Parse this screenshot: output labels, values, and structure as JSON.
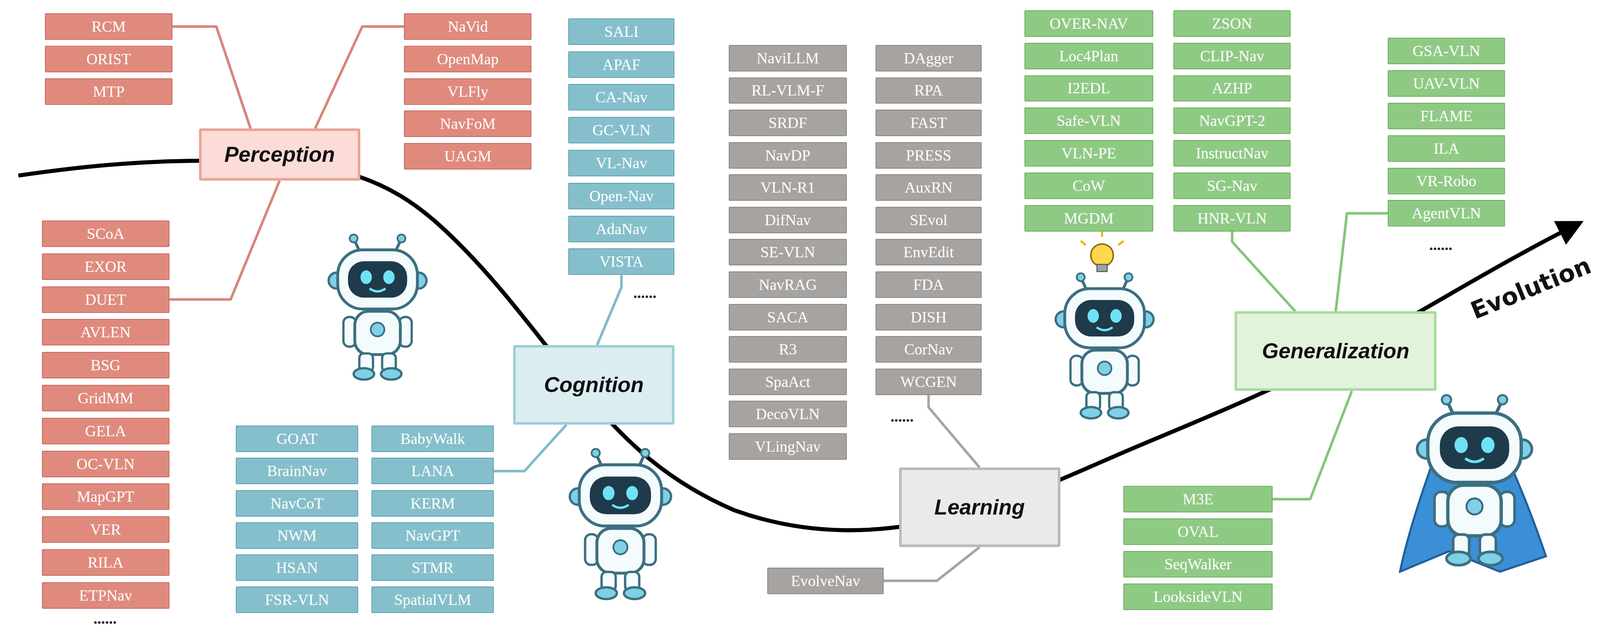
{
  "diagram": {
    "nodes": [
      {
        "text": [
          "Perception"
        ]
      },
      {
        "text": [
          "RCM"
        ]
      },
      {
        "text": [
          "ORIST"
        ]
      },
      {
        "text": [
          "MTP"
        ]
      },
      {
        "text": [
          "NaVid"
        ]
      },
      {
        "text": [
          "OpenMap"
        ]
      },
      {
        "text": [
          "VLFly"
        ]
      },
      {
        "text": [
          "NavFoM"
        ]
      },
      {
        "text": [
          "UAGM"
        ]
      },
      {
        "text": [
          "SCoA"
        ]
      },
      {
        "text": [
          "EXOR"
        ]
      },
      {
        "text": [
          "DUET"
        ]
      },
      {
        "text": [
          "AVLEN"
        ]
      },
      {
        "text": [
          "BSG"
        ]
      },
      {
        "text": [
          "GridMM"
        ]
      },
      {
        "text": [
          "GELA"
        ]
      },
      {
        "text": [
          "OC-VLN"
        ]
      },
      {
        "text": [
          "MapGPT"
        ]
      },
      {
        "text": [
          "VER"
        ]
      },
      {
        "text": [
          "RILA"
        ]
      },
      {
        "text": [
          "ETPNav"
        ]
      },
      {
        "text": [
          "Cognition"
        ]
      },
      {
        "text": [
          "SALI"
        ]
      },
      {
        "text": [
          "APAF"
        ]
      },
      {
        "text": [
          "CA-Nav"
        ]
      },
      {
        "text": [
          "GC-VLN"
        ]
      },
      {
        "text": [
          "VL-Nav"
        ]
      },
      {
        "text": [
          "Open-Nav"
        ]
      },
      {
        "text": [
          "AdaNav"
        ]
      },
      {
        "text": [
          "VISTA"
        ]
      },
      {
        "text": [
          "GOAT"
        ]
      },
      {
        "text": [
          "BrainNav"
        ]
      },
      {
        "text": [
          "NavCoT"
        ]
      },
      {
        "text": [
          "NWM"
        ]
      },
      {
        "text": [
          "HSAN"
        ]
      },
      {
        "text": [
          "FSR-VLN"
        ]
      },
      {
        "text": [
          "BabyWalk"
        ]
      },
      {
        "text": [
          "LANA"
        ]
      },
      {
        "text": [
          "KERM"
        ]
      },
      {
        "text": [
          "NavGPT"
        ]
      },
      {
        "text": [
          "STMR"
        ]
      },
      {
        "text": [
          "SpatialVLM"
        ]
      },
      {
        "text": [
          "Learning"
        ]
      },
      {
        "text": [
          "NaviLLM"
        ]
      },
      {
        "text": [
          "RL-VLM-F"
        ]
      },
      {
        "text": [
          "SRDF"
        ]
      },
      {
        "text": [
          "NavDP"
        ]
      },
      {
        "text": [
          "VLN-R1"
        ]
      },
      {
        "text": [
          "DifNav"
        ]
      },
      {
        "text": [
          "SE-VLN"
        ]
      },
      {
        "text": [
          "NavRAG"
        ]
      },
      {
        "text": [
          "SACA"
        ]
      },
      {
        "text": [
          "R3"
        ]
      },
      {
        "text": [
          "SpaAct"
        ]
      },
      {
        "text": [
          "DecoVLN"
        ]
      },
      {
        "text": [
          "VLingNav"
        ]
      },
      {
        "text": [
          "DAgger"
        ]
      },
      {
        "text": [
          "RPA"
        ]
      },
      {
        "text": [
          "FAST"
        ]
      },
      {
        "text": [
          "PRESS"
        ]
      },
      {
        "text": [
          "AuxRN"
        ]
      },
      {
        "text": [
          "SEvol"
        ]
      },
      {
        "text": [
          "EnvEdit"
        ]
      },
      {
        "text": [
          "FDA"
        ]
      },
      {
        "text": [
          "DISH"
        ]
      },
      {
        "text": [
          "CorNav"
        ]
      },
      {
        "text": [
          "WCGEN"
        ]
      },
      {
        "text": [
          "EvolveNav"
        ]
      },
      {
        "text": [
          "Generalization"
        ]
      },
      {
        "text": [
          "OVER-NAV"
        ]
      },
      {
        "text": [
          "Loc4Plan"
        ]
      },
      {
        "text": [
          "I2EDL"
        ]
      },
      {
        "text": [
          "Safe-VLN"
        ]
      },
      {
        "text": [
          "VLN-PE"
        ]
      },
      {
        "text": [
          "CoW"
        ]
      },
      {
        "text": [
          "MGDM"
        ]
      },
      {
        "text": [
          "ZSON"
        ]
      },
      {
        "text": [
          "CLIP-Nav"
        ]
      },
      {
        "text": [
          "AZHP"
        ]
      },
      {
        "text": [
          "NavGPT-2"
        ]
      },
      {
        "text": [
          "InstructNav"
        ]
      },
      {
        "text": [
          "SG-Nav"
        ]
      },
      {
        "text": [
          "HNR-VLN"
        ]
      },
      {
        "text": [
          "GSA-VLN"
        ]
      },
      {
        "text": [
          "UAV-VLN"
        ]
      },
      {
        "text": [
          "FLAME"
        ]
      },
      {
        "text": [
          "ILA"
        ]
      },
      {
        "text": [
          "VR-Robo"
        ]
      },
      {
        "text": [
          "AgentVLN"
        ]
      },
      {
        "text": [
          "M3E"
        ]
      },
      {
        "text": [
          "OVAL"
        ]
      },
      {
        "text": [
          "SeqWalker"
        ]
      },
      {
        "text": [
          "LooksideVLN"
        ]
      }
    ],
    "edges": [
      {
        "from": 0,
        "to": 1,
        "arrow": "none"
      },
      {
        "from": 0,
        "to": 4,
        "arrow": "none"
      },
      {
        "from": 0,
        "to": 11,
        "arrow": "none"
      },
      {
        "from": 21,
        "to": 29,
        "arrow": "none"
      },
      {
        "from": 21,
        "to": 37,
        "arrow": "none"
      },
      {
        "from": 42,
        "to": 66,
        "arrow": "none"
      },
      {
        "from": 42,
        "to": 67,
        "arrow": "none"
      },
      {
        "from": 68,
        "to": 82,
        "arrow": "none"
      },
      {
        "from": 68,
        "to": 88,
        "arrow": "none"
      },
      {
        "from": 68,
        "to": 89,
        "arrow": "none"
      }
    ],
    "labels": [
      "......",
      "......",
      "......",
      "......",
      "Evolution"
    ]
  }
}
